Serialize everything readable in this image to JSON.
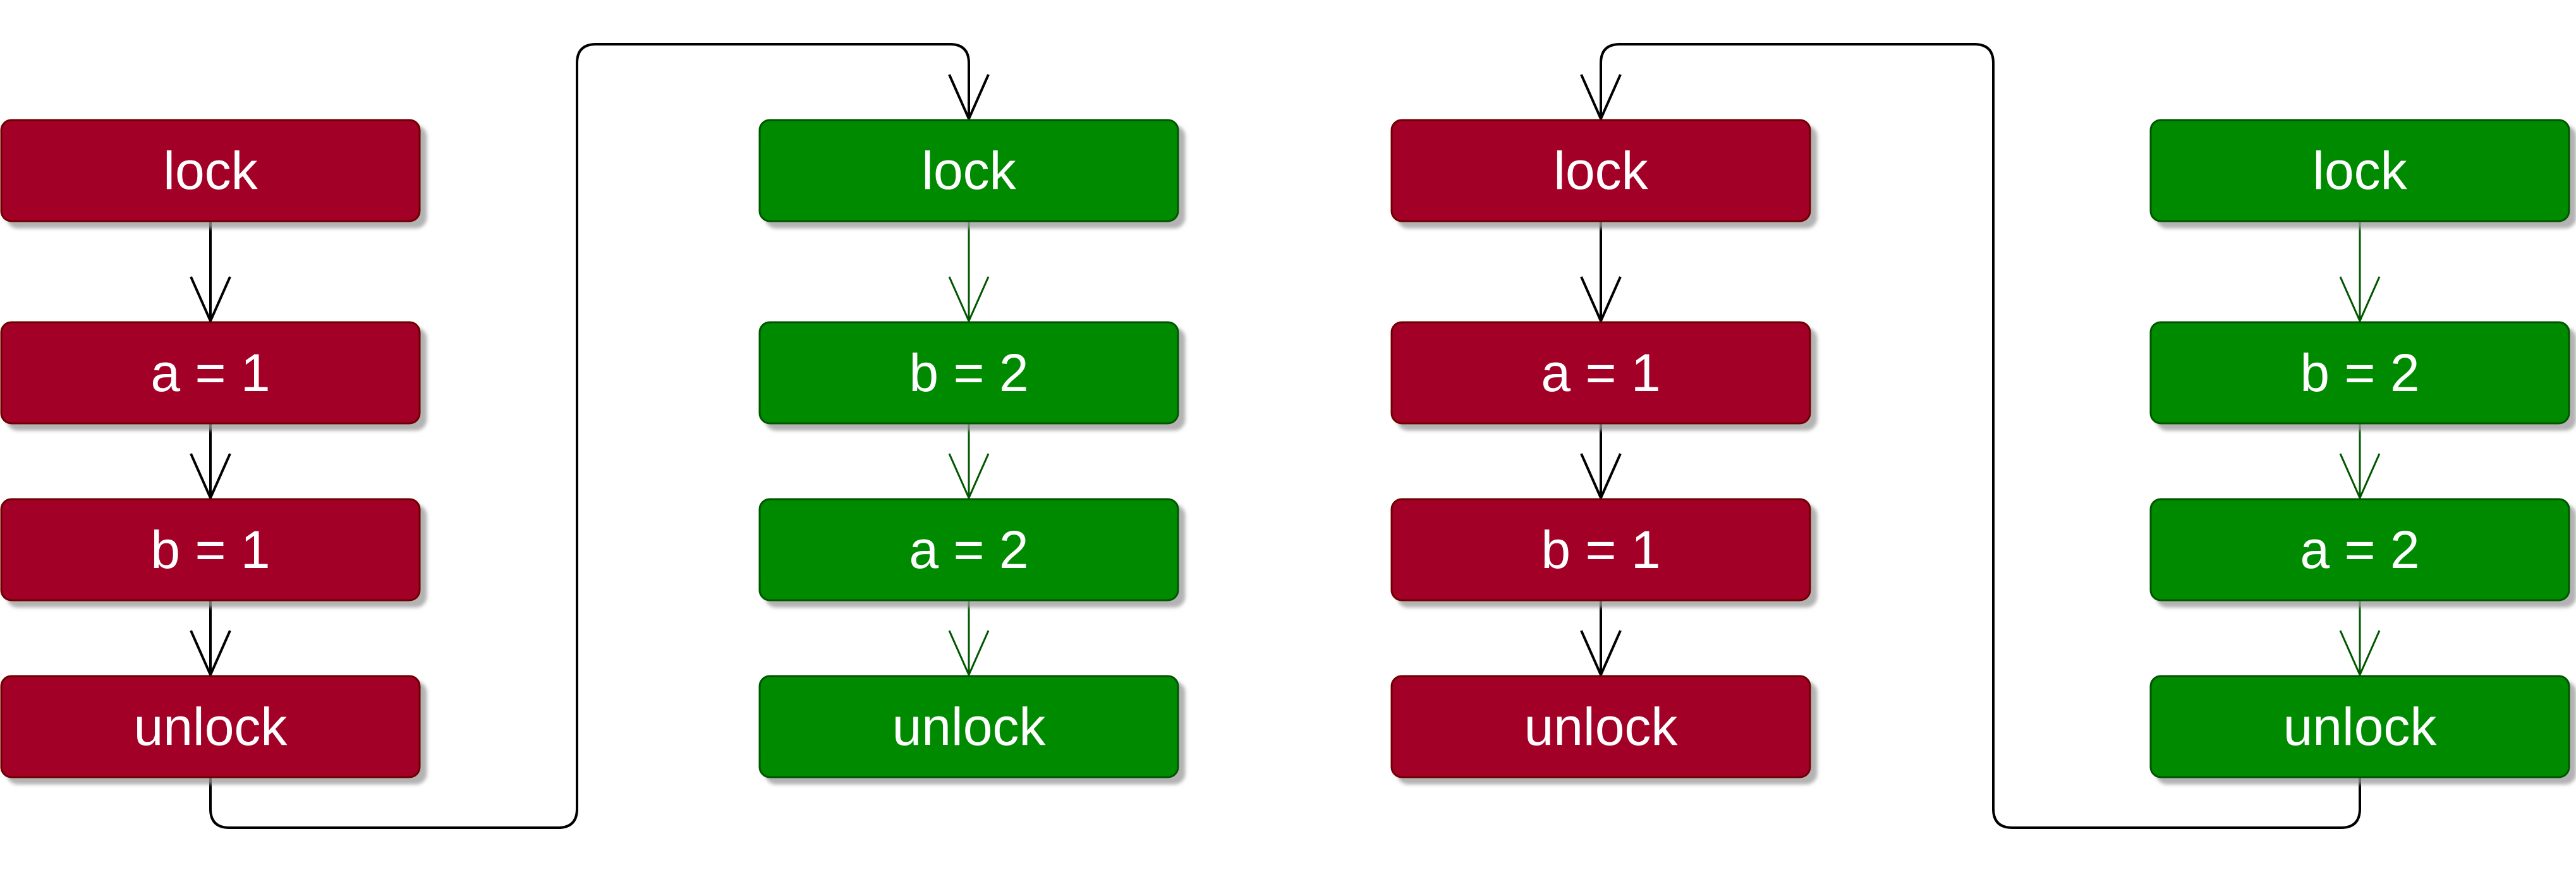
{
  "colors": {
    "red_fill": "#a20025",
    "red_stroke": "#6f0000",
    "green_fill": "#008a00",
    "green_stroke": "#005700",
    "connector_black": "#000000",
    "connector_green": "#005700",
    "shadow": "#b3b3b3"
  },
  "sequences": [
    {
      "id": "thread1-run1",
      "color": "red",
      "steps": [
        "lock",
        "a = 1",
        "b = 1",
        "unlock"
      ]
    },
    {
      "id": "thread2-run1",
      "color": "green",
      "steps": [
        "lock",
        "b = 2",
        "a = 2",
        "unlock"
      ]
    },
    {
      "id": "thread1-run2",
      "color": "red",
      "steps": [
        "lock",
        "a = 1",
        "b = 1",
        "unlock"
      ]
    },
    {
      "id": "thread2-run2",
      "color": "green",
      "steps": [
        "lock",
        "b = 2",
        "a = 2",
        "unlock"
      ]
    }
  ],
  "handoffs": [
    {
      "from": "thread1-run1 unlock",
      "to": "thread2-run1 lock"
    },
    {
      "from": "thread2-run2 unlock",
      "to": "thread1-run2 lock"
    }
  ]
}
